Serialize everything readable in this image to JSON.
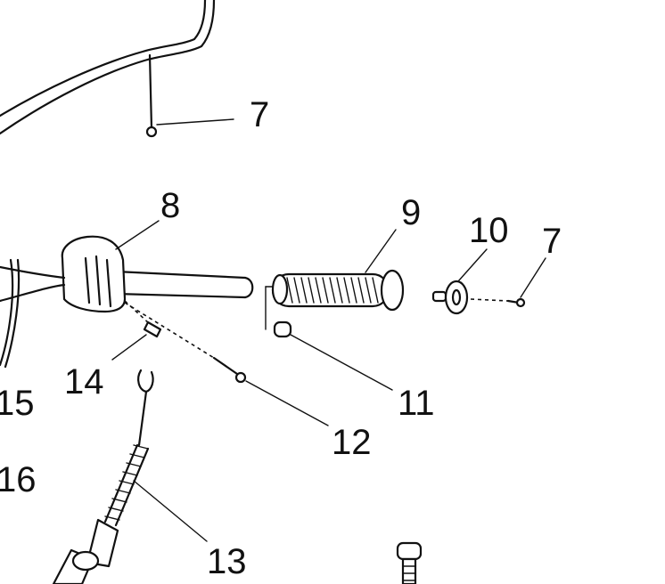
{
  "callouts": [
    {
      "id": "7a",
      "text": "7"
    },
    {
      "id": "8",
      "text": "8"
    },
    {
      "id": "9",
      "text": "9"
    },
    {
      "id": "10",
      "text": "10"
    },
    {
      "id": "7b",
      "text": "7"
    },
    {
      "id": "11",
      "text": "11"
    },
    {
      "id": "12",
      "text": "12"
    },
    {
      "id": "13",
      "text": "13"
    },
    {
      "id": "14",
      "text": "14"
    },
    {
      "id": "15",
      "text": "15"
    },
    {
      "id": "16",
      "text": "16"
    }
  ]
}
